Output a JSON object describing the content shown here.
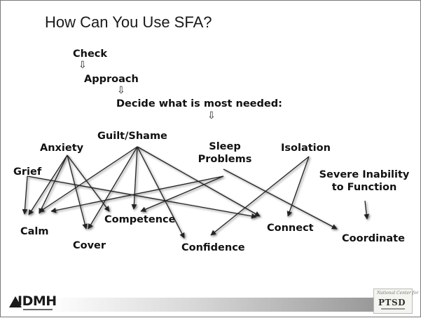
{
  "title": "How Can You Use SFA?",
  "steps": {
    "check": "Check",
    "approach": "Approach",
    "decide": "Decide what is most needed:",
    "arrow_glyph": "⇩"
  },
  "needs": {
    "anxiety": "Anxiety",
    "guilt_shame": "Guilt/Shame",
    "sleep_problems_1": "Sleep",
    "sleep_problems_2": "Problems",
    "isolation": "Isolation",
    "grief": "Grief",
    "severe_1": "Severe Inability",
    "severe_2": "to Function"
  },
  "actions": {
    "calm": "Calm",
    "cover": "Cover",
    "competence": "Competence",
    "confidence": "Confidence",
    "connect": "Connect",
    "coordinate": "Coordinate"
  },
  "footer": {
    "left_logo": "IDMH",
    "right_logo_line1": "National Center for",
    "right_logo_main": "PTSD"
  },
  "colors": {
    "text": "#111111",
    "line": "#222222",
    "line_shadow": "#9a9a9a",
    "border": "#7a7a7a"
  }
}
